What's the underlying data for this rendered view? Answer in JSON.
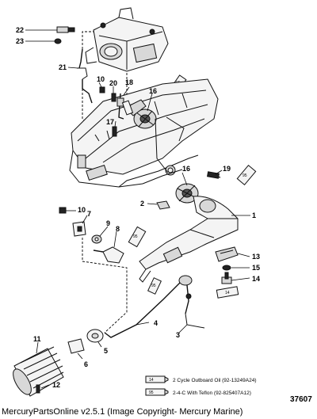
{
  "callouts": {
    "c1": "1",
    "c2": "2",
    "c3": "3",
    "c4": "4",
    "c5": "5",
    "c6": "6",
    "c7": "7",
    "c8": "8",
    "c9": "9",
    "c10a": "10",
    "c10b": "10",
    "c11": "11",
    "c12": "12",
    "c13": "13",
    "c14": "14",
    "c15": "15",
    "c16a": "16",
    "c16b": "16",
    "c17": "17",
    "c18": "18",
    "c19": "19",
    "c20": "20",
    "c21": "21",
    "c22": "22",
    "c23": "23"
  },
  "legend": {
    "row1": {
      "tag": "14",
      "text": "2 Cycle Outboard Oil (92-13249A24)"
    },
    "row2": {
      "tag": "95",
      "text": "2-4-C  With Teflon (92-825407A12)"
    }
  },
  "figure_number": "37607",
  "footer": "MercuryPartsOnline v2.5.1 (Image Copyright- Mercury Marine)",
  "tube_tags": {
    "t95a": "95",
    "t95b": "95",
    "t95c": "95",
    "t95d": "95",
    "t14": "14"
  }
}
